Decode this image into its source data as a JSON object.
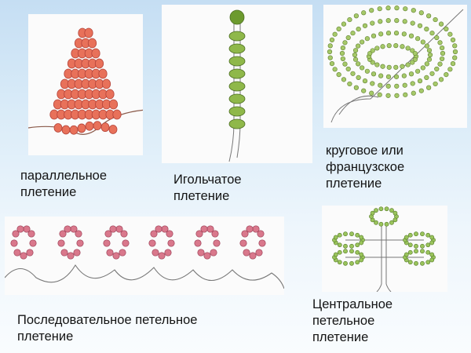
{
  "captions": {
    "parallel": "параллельное\nплетение",
    "needle": "Игольчатое\nплетение",
    "circular": "круговое или\nфранцузское\nплетение",
    "sequential_loop": "Последовательное петельное\nплетение",
    "central_loop": "Центральное\nпетельное\nплетение"
  },
  "colors": {
    "background_top": "#c5def3",
    "background_bottom": "#f9fcfe",
    "orange_bead": "#e8715a",
    "green_bead": "#8fb84a",
    "pink_bead": "#d9788c",
    "wire": "#777777"
  }
}
